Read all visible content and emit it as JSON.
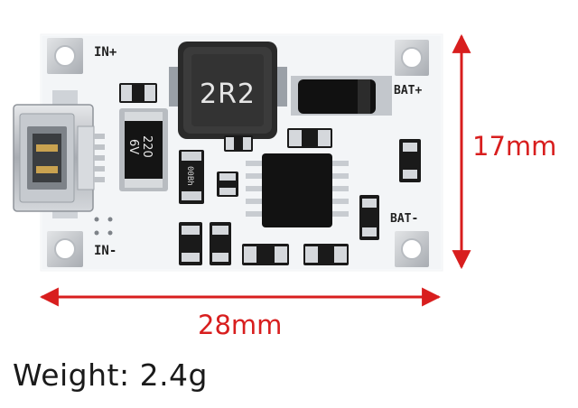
{
  "board": {
    "silkscreen": {
      "in_plus": "IN+",
      "in_minus": "IN-",
      "bat_plus": "BAT+",
      "bat_minus": "BAT-"
    },
    "inductor_marking": "2R2",
    "capacitor_marking_line1": "220",
    "capacitor_marking_line2": "6V",
    "small_cap_marking": "00Bh"
  },
  "dimensions": {
    "height_label": "17mm",
    "width_label": "28mm",
    "arrow_color": "#d81e1e"
  },
  "caption": {
    "weight_text": "Weight: 2.4g"
  },
  "colors": {
    "pcb": "#f4f6f8",
    "pad": "#c9ccd0",
    "chip": "#151515",
    "connector": "#b8bcc2"
  }
}
